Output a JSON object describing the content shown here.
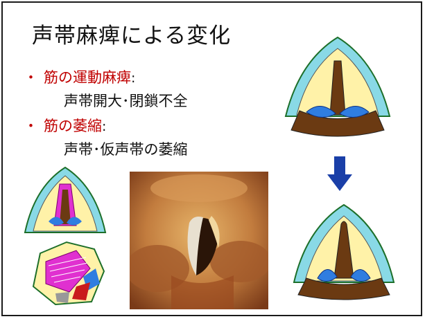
{
  "title": "声帯麻痺による変化",
  "bullets": [
    {
      "marker": "・",
      "label": "筋の運動麻痺",
      "colon": ":",
      "detail": "声帯開大･閉鎖不全"
    },
    {
      "marker": "・",
      "label": "筋の萎縮",
      "colon": ":",
      "detail": "声帯･仮声帯の萎縮"
    }
  ],
  "colors": {
    "bullet_label": "#c00000",
    "arrow": "#1a3fa8",
    "cartilage_fill": "#fff2a8",
    "cartilage_outline": "#89d9e6",
    "vocal_fold_blue": "#2f7de0",
    "tissue_brown": "#6b3a12",
    "muscle_magenta": "#e030d0"
  },
  "icons": {
    "transition_arrow": "arrow-down-icon"
  }
}
